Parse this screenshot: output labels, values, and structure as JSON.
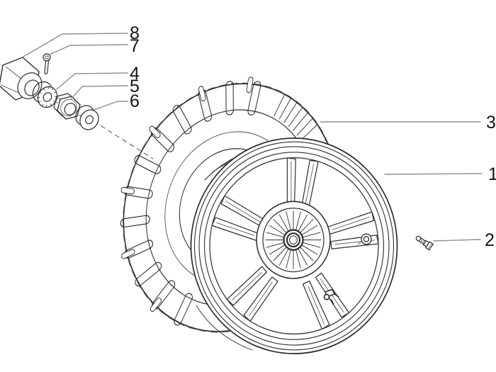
{
  "figure": {
    "type": "exploded-parts-diagram",
    "background": "#ffffff",
    "line_color": "#2e2e2e",
    "leader_color": "#8f8f8f",
    "label_color": "#141414",
    "callouts": {
      "c1": "1",
      "c2": "2",
      "c3": "3",
      "c4": "4",
      "c5": "5",
      "c6": "6",
      "c7": "7",
      "c8": "8"
    }
  }
}
